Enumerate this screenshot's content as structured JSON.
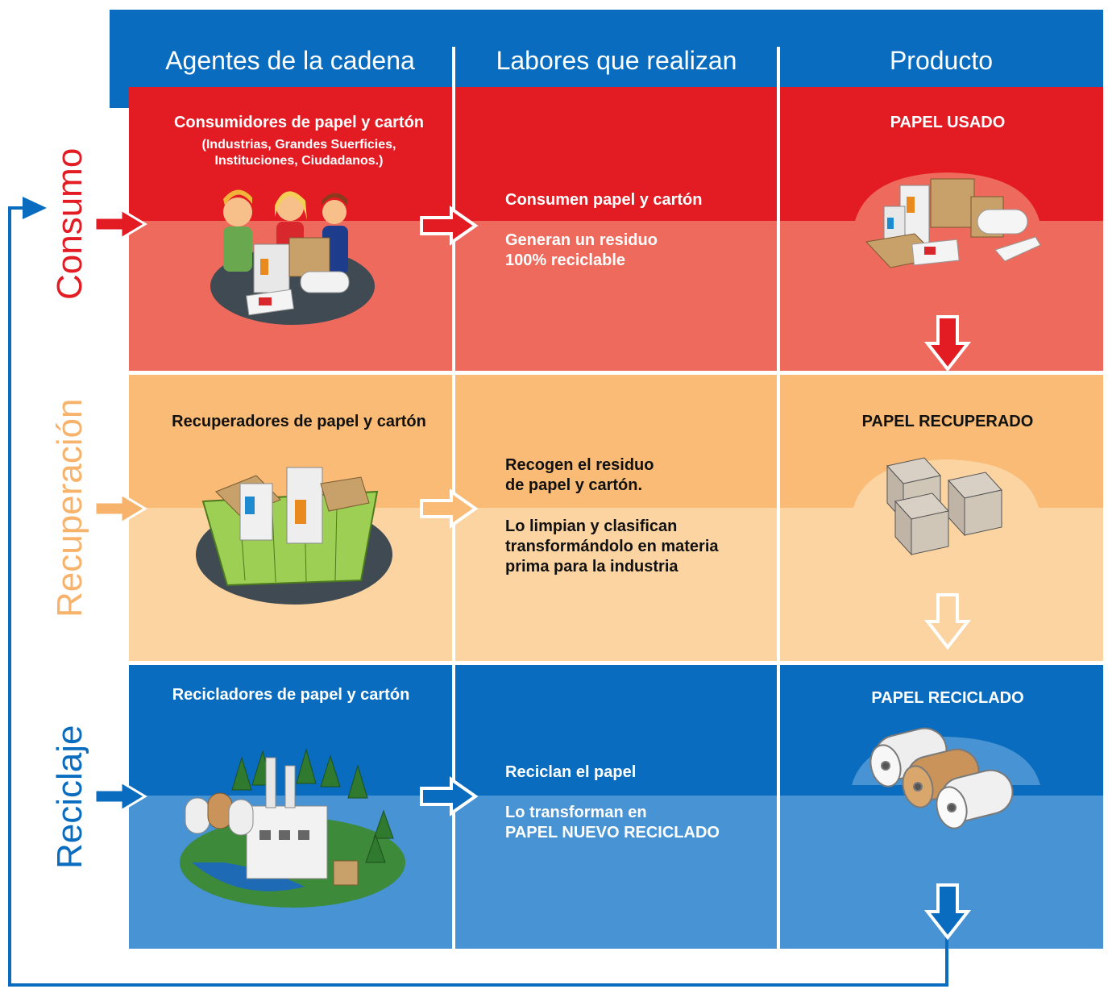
{
  "headers": {
    "col1": "Agentes de la cadena",
    "col2": "Labores que realizan",
    "col3": "Producto"
  },
  "stages": {
    "consumo": {
      "label": "Consumo",
      "agent_title": "Consumidores de papel y cartón",
      "agent_sub_1": "(Industrias, Grandes Suerficies,",
      "agent_sub_2": "Instituciones, Ciudadanos.)",
      "task_1": "Consumen papel y cartón",
      "task_2a": "Generan un residuo",
      "task_2b": "100% reciclable",
      "product": "PAPEL USADO",
      "color": "#e31b23"
    },
    "recuperacion": {
      "label": "Recuperación",
      "agent_title": "Recuperadores de papel y cartón",
      "task_1a": "Recogen el residuo",
      "task_1b": "de papel y cartón.",
      "task_2a": "Lo limpian y clasifican",
      "task_2b": "transformándolo en materia",
      "task_2c": "prima para la industria",
      "product": "PAPEL RECUPERADO",
      "color": "#f7b36b"
    },
    "reciclaje": {
      "label": "Reciclaje",
      "agent_title": "Recicladores de papel y cartón",
      "task_1": "Reciclan el papel",
      "task_2a": "Lo transforman en",
      "task_2b": "PAPEL NUEVO RECICLADO",
      "product": "PAPEL RECICLADO",
      "color": "#0a6cbf"
    }
  }
}
